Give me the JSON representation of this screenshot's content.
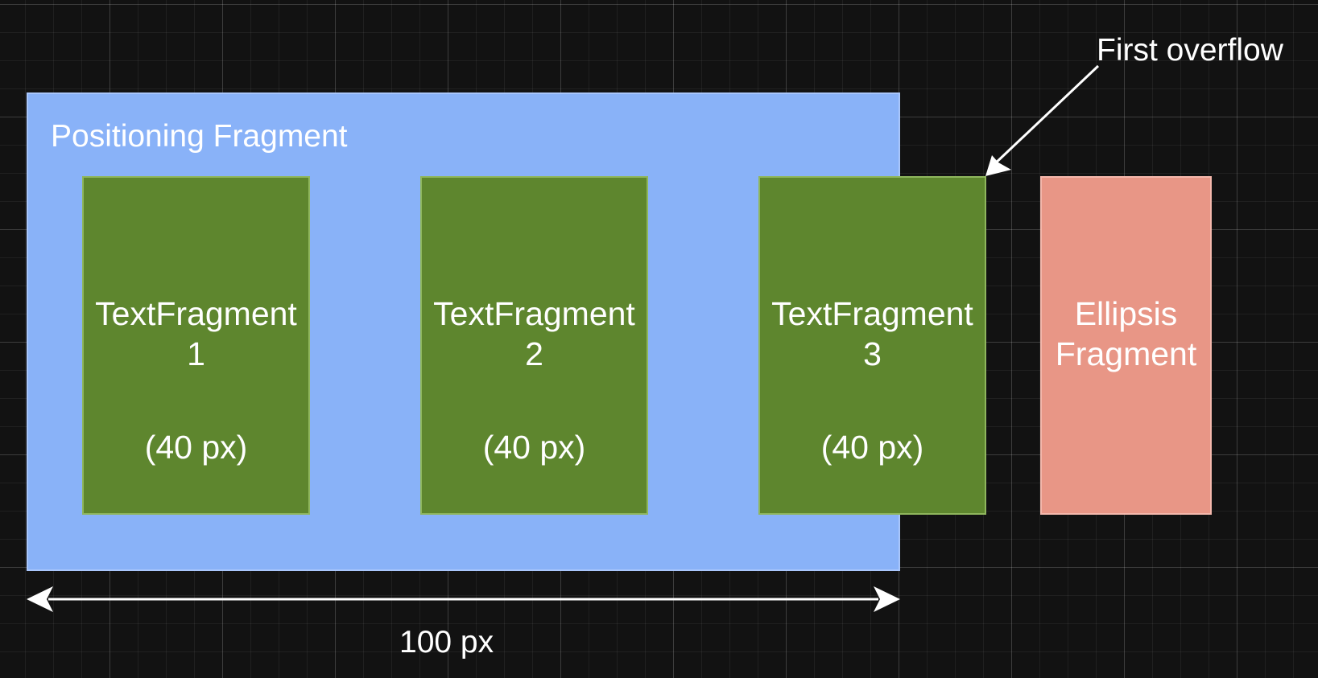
{
  "diagram": {
    "positioning_fragment": {
      "label": "Positioning Fragment",
      "fill": "#89b2f8"
    },
    "text_fragments": [
      {
        "name": "TextFragment\n1",
        "size": "(40 px)"
      },
      {
        "name": "TextFragment\n2",
        "size": "(40 px)"
      },
      {
        "name": "TextFragment\n3",
        "size": "(40 px)"
      }
    ],
    "text_fragment_fill": "#5e862e",
    "ellipsis_fragment": {
      "name": "Ellipsis\nFragment",
      "fill": "#e89686"
    },
    "overflow_callout": "First overflow",
    "width_dimension": "100 px",
    "background": "#121212"
  }
}
